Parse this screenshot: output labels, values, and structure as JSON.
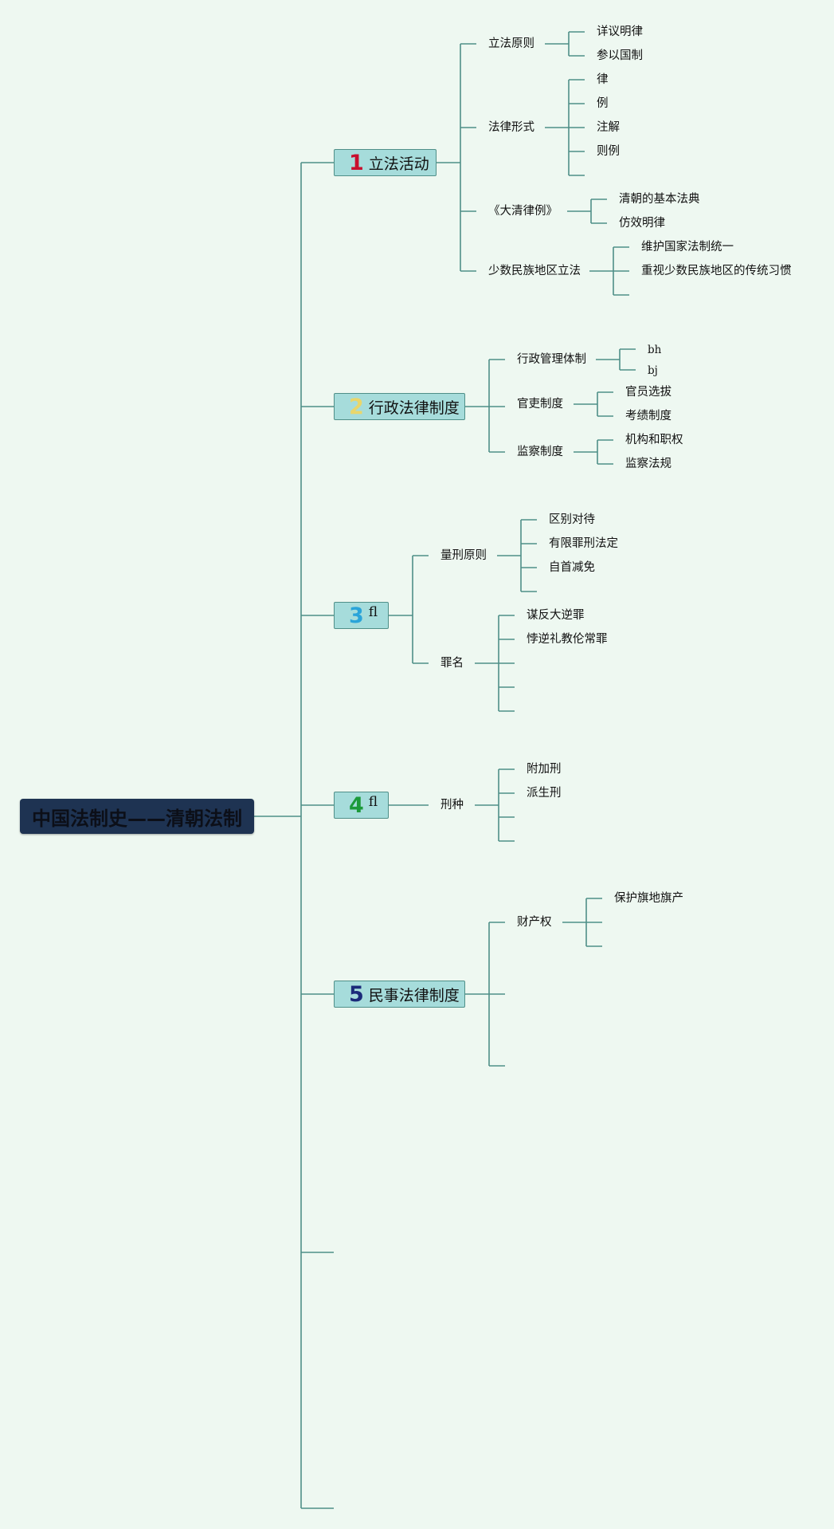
{
  "root": "中国法制史——清朝法制",
  "branches": [
    {
      "num": "1",
      "num_color": "#c8102e",
      "title": "立法活动",
      "children": [
        {
          "label": "立法原则",
          "children": [
            "详议明律",
            "参以国制"
          ]
        },
        {
          "label": "法律形式",
          "children": [
            "律",
            "例",
            "注解",
            "则例"
          ]
        },
        {
          "label": "《大清律例》",
          "children": [
            "清朝的基本法典",
            "仿效明律"
          ]
        },
        {
          "label": "少数民族地区立法",
          "children": [
            "维护国家法制统一",
            "重视少数民族地区的传统习惯"
          ]
        }
      ]
    },
    {
      "num": "2",
      "num_color": "#e9d66b",
      "title": "行政法律制度",
      "children": [
        {
          "label": "行政管理体制",
          "children": [
            "bh",
            "bj"
          ]
        },
        {
          "label": "官吏制度",
          "children": [
            "官员选拔",
            "考绩制度"
          ]
        },
        {
          "label": "监察制度",
          "children": [
            "机构和职权",
            "监察法规"
          ]
        }
      ]
    },
    {
      "num": "3",
      "num_color": "#2aa4d9",
      "title": "fl",
      "children": [
        {
          "label": "量刑原则",
          "children": [
            "区别对待",
            "有限罪刑法定",
            "自首减免"
          ]
        },
        {
          "label": "罪名",
          "children": [
            "谋反大逆罪",
            "悖逆礼教伦常罪"
          ]
        }
      ]
    },
    {
      "num": "4",
      "num_color": "#1c9a3a",
      "title": "fl",
      "children": [
        {
          "label": "刑种",
          "children": [
            "附加刑",
            "派生刑"
          ]
        }
      ]
    },
    {
      "num": "5",
      "num_color": "#1b2a7a",
      "title": "民事法律制度",
      "children": [
        {
          "label": "财产权",
          "children": [
            "保护旗地旗产"
          ]
        }
      ]
    }
  ],
  "colors": {
    "background": "#eef8f1",
    "line": "#4f8f88",
    "root_fill": "#1e3352",
    "node_fill": "#a6dcdb"
  }
}
